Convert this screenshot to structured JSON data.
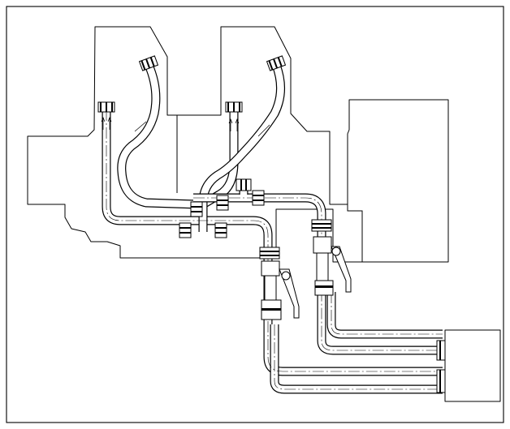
{
  "drawing": {
    "kind": "piping-layout",
    "line_color": "#000000",
    "background": "#ffffff",
    "components": {
      "engine_body": "engine-block-outline",
      "auxiliary_box": "right-auxiliary-box",
      "connection_box": "lower-right-connection-box",
      "pipe_runs": 7,
      "couplings": 14,
      "valves": 2
    }
  }
}
